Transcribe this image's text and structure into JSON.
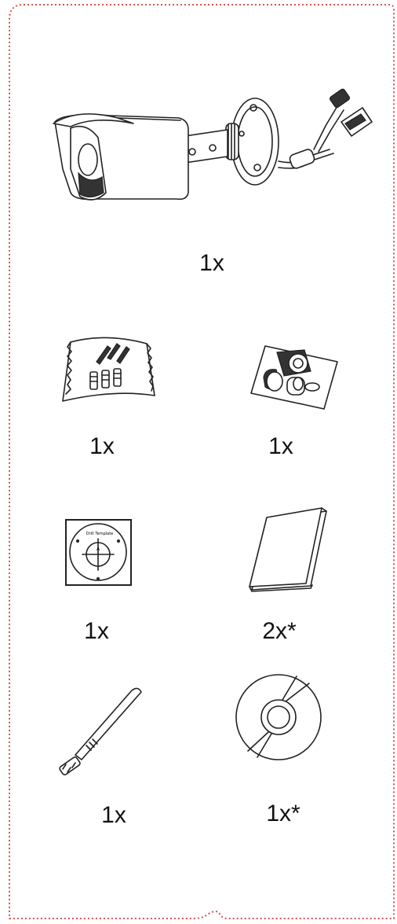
{
  "frame": {
    "border_color": "#d9534f"
  },
  "items": [
    {
      "name": "camera",
      "icon": "bullet-camera-icon",
      "quantity": "1x"
    },
    {
      "name": "screw-pack",
      "icon": "screw-bag-icon",
      "quantity": "1x"
    },
    {
      "name": "waterproof-connector-pack",
      "icon": "connector-bag-icon",
      "quantity": "1x"
    },
    {
      "name": "drill-template",
      "icon": "drill-template-icon",
      "quantity": "1x",
      "template_label": "Drill Template"
    },
    {
      "name": "quick-guide",
      "icon": "booklet-icon",
      "quantity": "2x*"
    },
    {
      "name": "antenna",
      "icon": "antenna-icon",
      "quantity": "1x"
    },
    {
      "name": "cd",
      "icon": "cd-icon",
      "quantity": "1x*"
    }
  ]
}
